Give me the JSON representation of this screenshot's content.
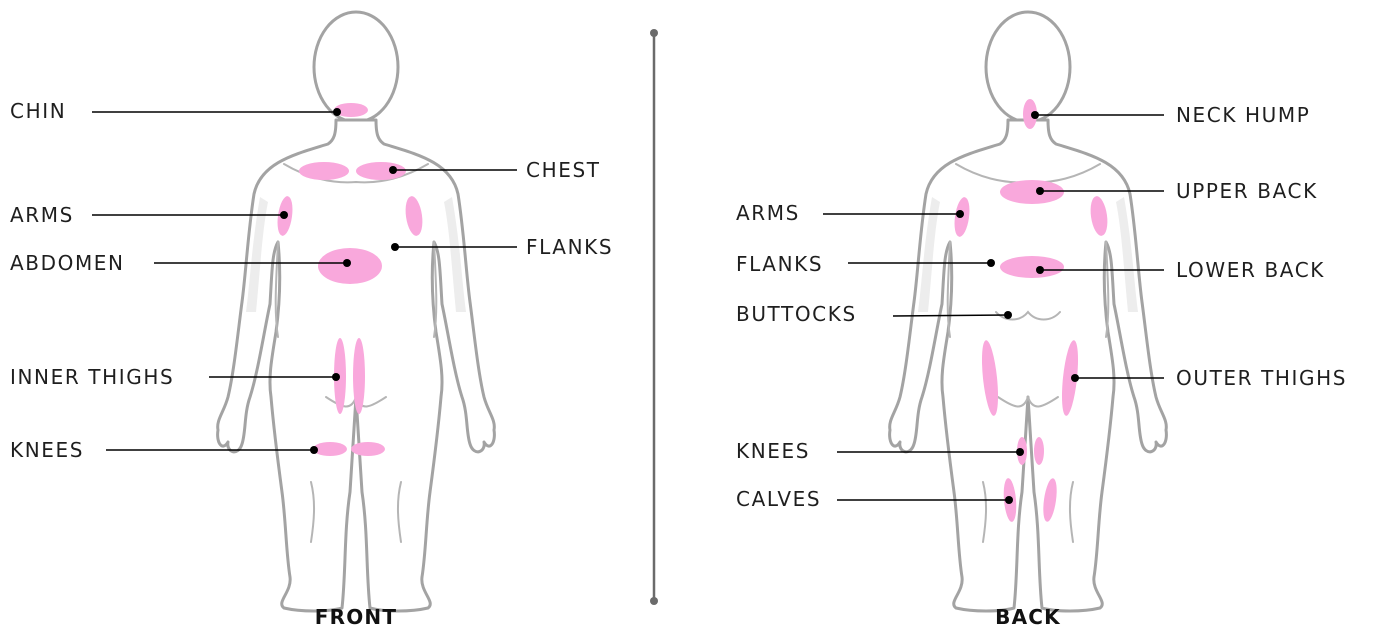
{
  "front": {
    "caption": "FRONT",
    "labels": [
      "CHIN",
      "CHEST",
      "ARMS",
      "FLANKS",
      "ABDOMEN",
      "INNER THIGHS",
      "KNEES"
    ]
  },
  "back": {
    "caption": "BACK",
    "labels": [
      "NECK HUMP",
      "UPPER BACK",
      "ARMS",
      "FLANKS",
      "LOWER BACK",
      "BUTTOCKS",
      "OUTER THIGHS",
      "KNEES",
      "CALVES"
    ]
  },
  "colors": {
    "treatment_zone": "#f9a8dc",
    "body_outline": "#a3a3a3",
    "leader_line": "#000000",
    "divider": "#6b6b6b"
  }
}
